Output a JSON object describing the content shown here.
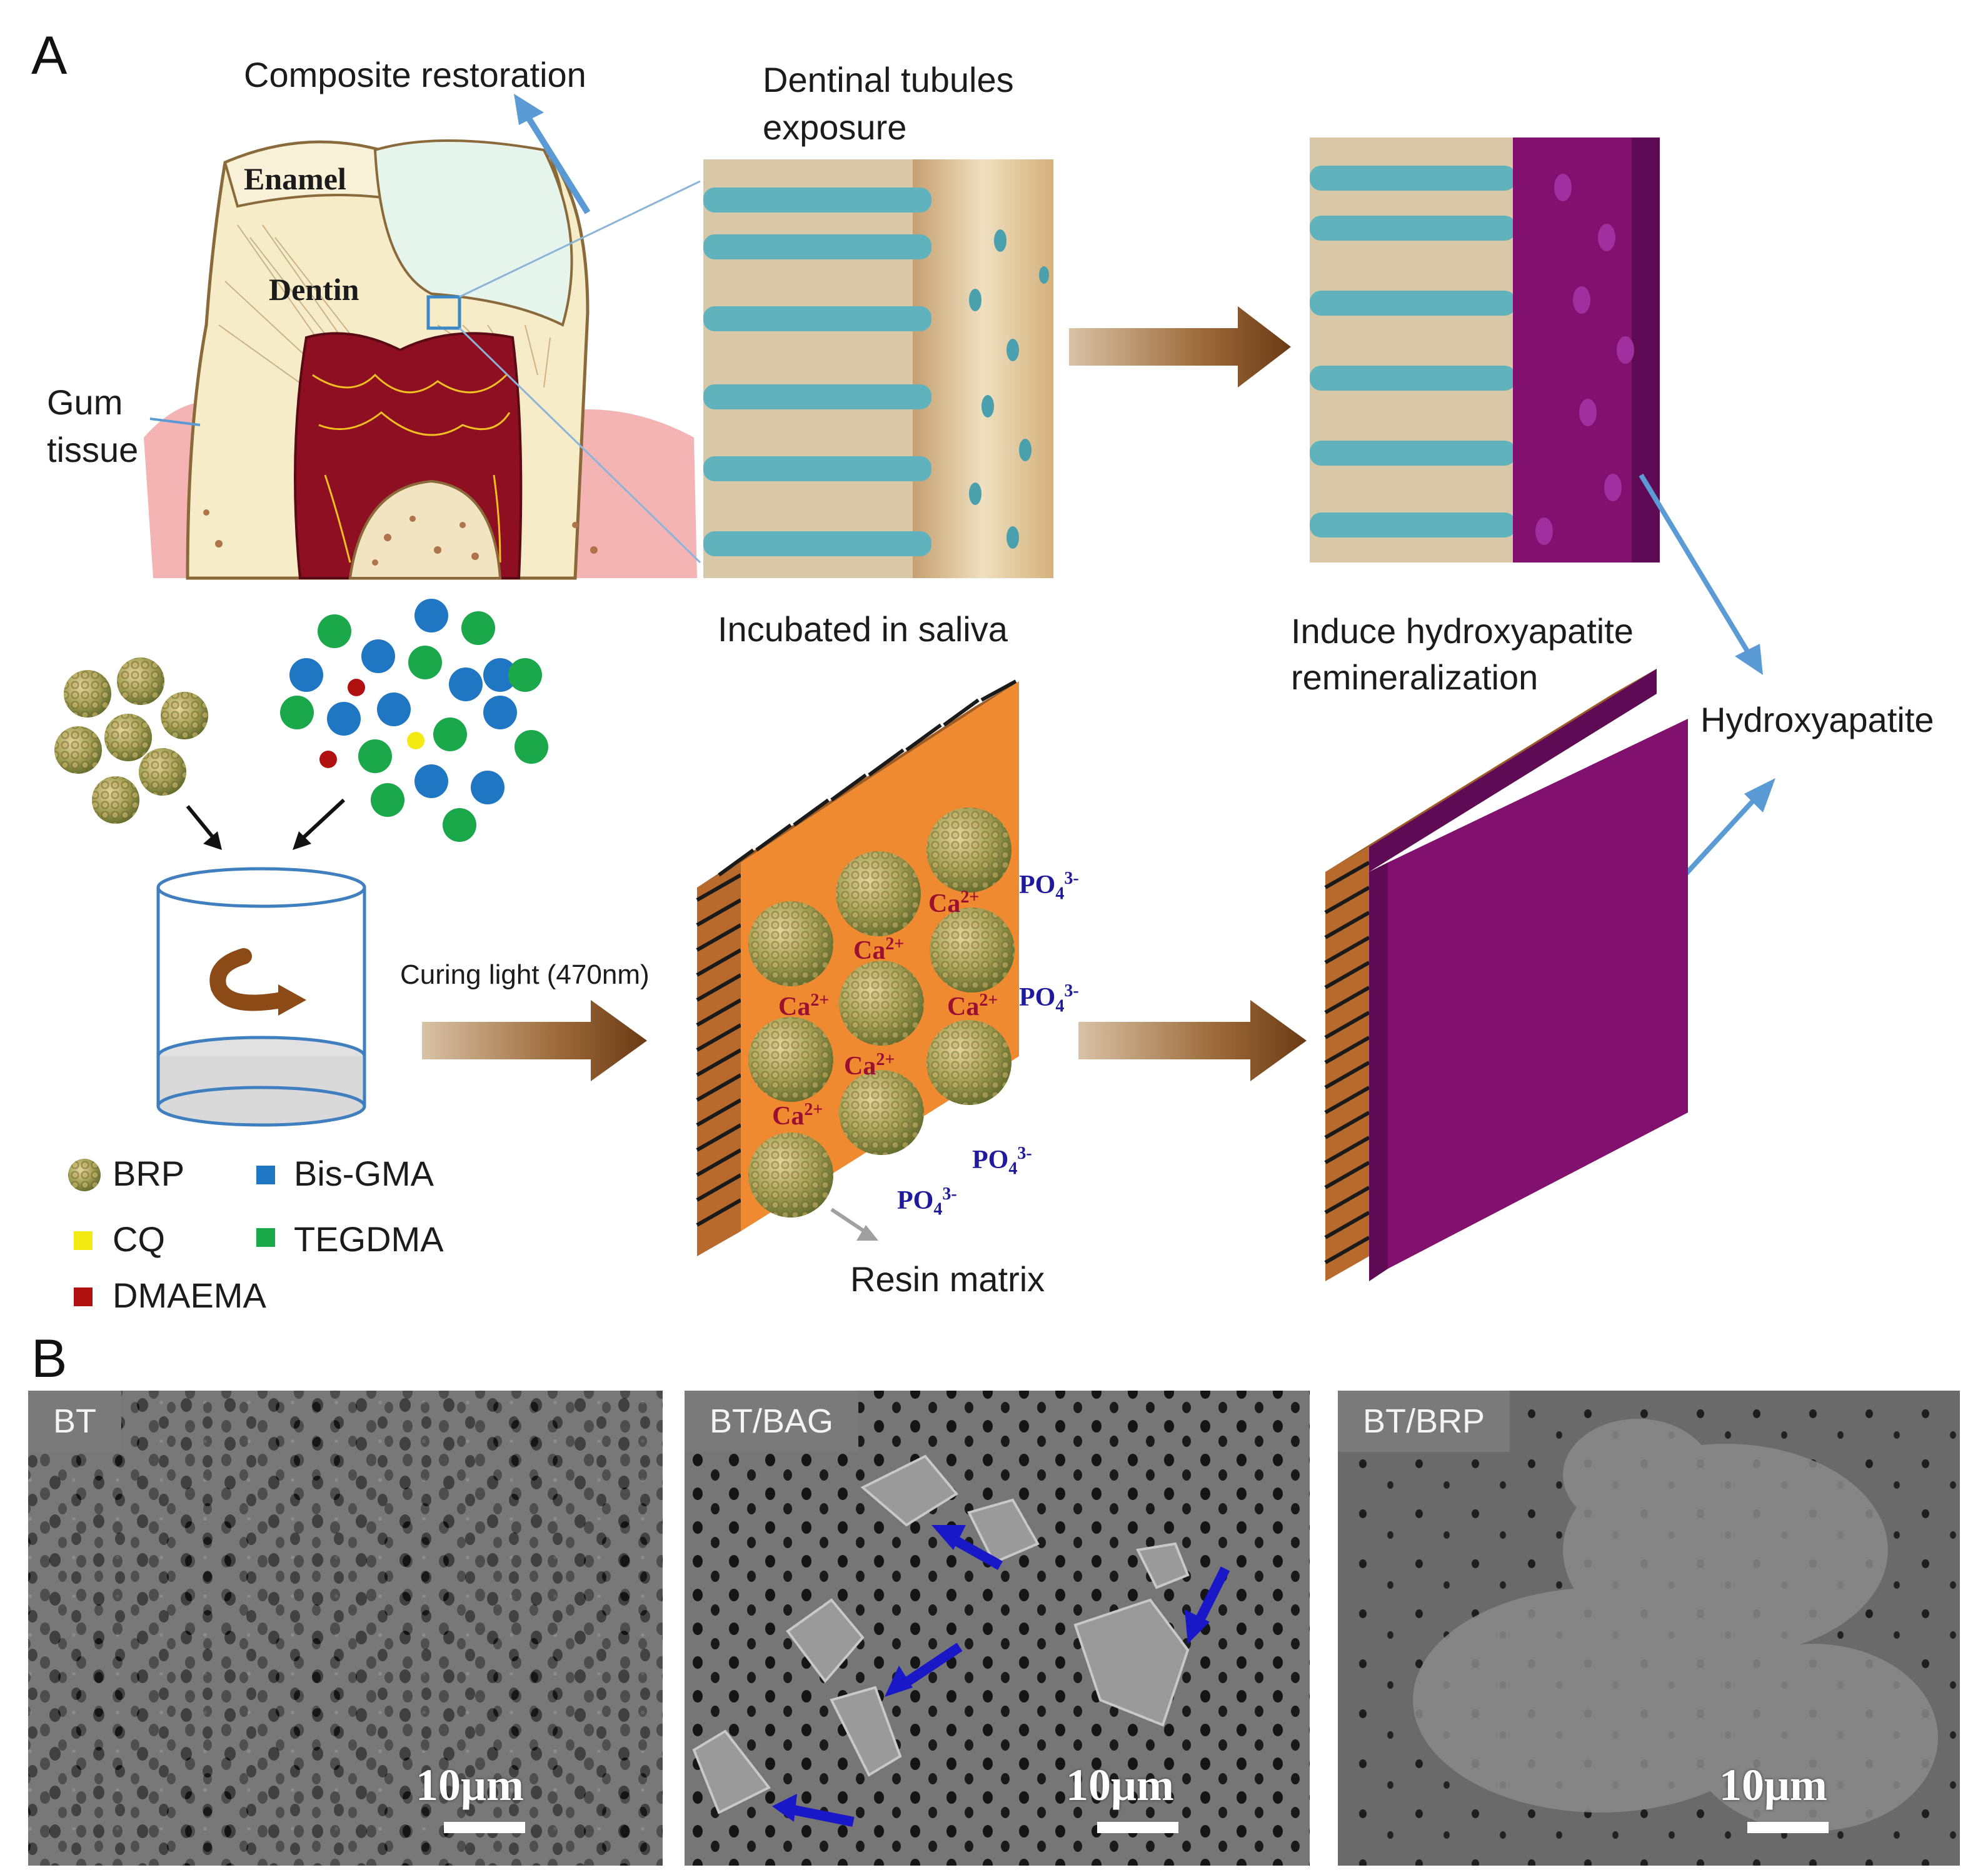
{
  "panels": {
    "a": "A",
    "b": "B"
  },
  "labels": {
    "composite_restoration": "Composite restoration",
    "dentinal_tubules_1": "Dentinal tubules",
    "dentinal_tubules_2": "exposure",
    "enamel": "Enamel",
    "dentin": "Dentin",
    "gum_1": "Gum",
    "gum_2": "tissue",
    "incubated": "Incubated in saliva",
    "induce_1": "Induce hydroxyapatite",
    "induce_2": "remineralization",
    "hydroxyapatite": "Hydroxyapatite",
    "curing": "Curing light (470nm)",
    "resin": "Resin matrix"
  },
  "ions": {
    "ca": "Ca",
    "ca_sup": "2+",
    "po": "PO",
    "po_sub": "4",
    "po_sup": "3-"
  },
  "legend": [
    {
      "label": "BRP",
      "color": "#9a9a52",
      "shape": "sphere"
    },
    {
      "label": "Bis-GMA",
      "color": "#1f77c4",
      "shape": "square"
    },
    {
      "label": "CQ",
      "color": "#f2ea10",
      "shape": "square"
    },
    {
      "label": "TEGDMA",
      "color": "#1aa84a",
      "shape": "square"
    },
    {
      "label": "DMAEMA",
      "color": "#b01010",
      "shape": "square"
    }
  ],
  "sem_images": [
    {
      "tag": "BT",
      "scale": "10μm"
    },
    {
      "tag": "BT/BAG",
      "scale": "10μm"
    },
    {
      "tag": "BT/BRP",
      "scale": "10μm"
    }
  ],
  "colors": {
    "arrow_blue": "#5b9bd5",
    "block_orange": "#f08a30",
    "block_purple": "#7d0a6c",
    "hatch": "#8a4a12",
    "gum": "#f2a0a0",
    "pulp": "#8e0f22",
    "tubule": "#5cb0bb"
  }
}
